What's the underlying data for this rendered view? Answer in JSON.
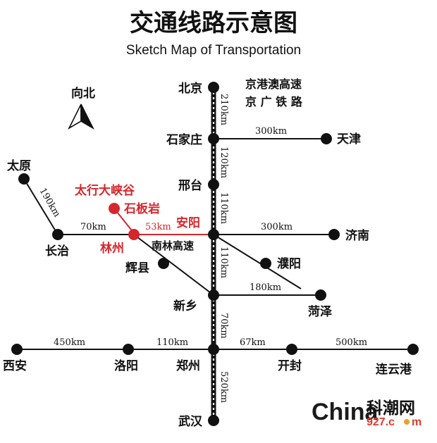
{
  "title": {
    "cn": "交通线路示意图",
    "en": "Sketch Map of Transportation"
  },
  "compass": {
    "label": "向北"
  },
  "legend": {
    "line1": "京港澳高速",
    "line2": "京 广 铁 路"
  },
  "highlight_color": "#d6262b",
  "cities": {
    "beijing": "北京",
    "shijiazhuang": "石家庄",
    "tianjin": "天津",
    "xingtai": "邢台",
    "taiyuan": "太原",
    "changzhi": "长治",
    "taihang": "太行大峡谷",
    "shibanyan": "石板岩",
    "linzhou": "林州",
    "anyang": "安阳",
    "jinan": "济南",
    "nanlin": "南林高速",
    "huixian": "辉县",
    "puyang": "濮阳",
    "xinxiang": "新乡",
    "heze": "菏泽",
    "xian": "西安",
    "luoyang": "洛阳",
    "zhengzhou": "郑州",
    "kaifeng": "开封",
    "lianyungang": "连云港",
    "wuhan": "武汉"
  },
  "distances": {
    "bj_sjz": "210km",
    "sjz_tj": "300km",
    "sjz_xt": "120km",
    "xt_ay": "110km",
    "ty_cz": "190km",
    "cz_lz": "70km",
    "lz_ay": "53km",
    "ay_jn": "300km",
    "ay_xx": "110km",
    "xx_hz": "180km",
    "xx_zz": "70km",
    "xa_ly": "450km",
    "ly_zz": "110km",
    "zz_kf": "67km",
    "kf_lyg": "500km",
    "zz_wh": "520km"
  },
  "watermark": {
    "china": "China",
    "cn": "科潮网",
    "num": "927.c",
    "com": "m"
  }
}
